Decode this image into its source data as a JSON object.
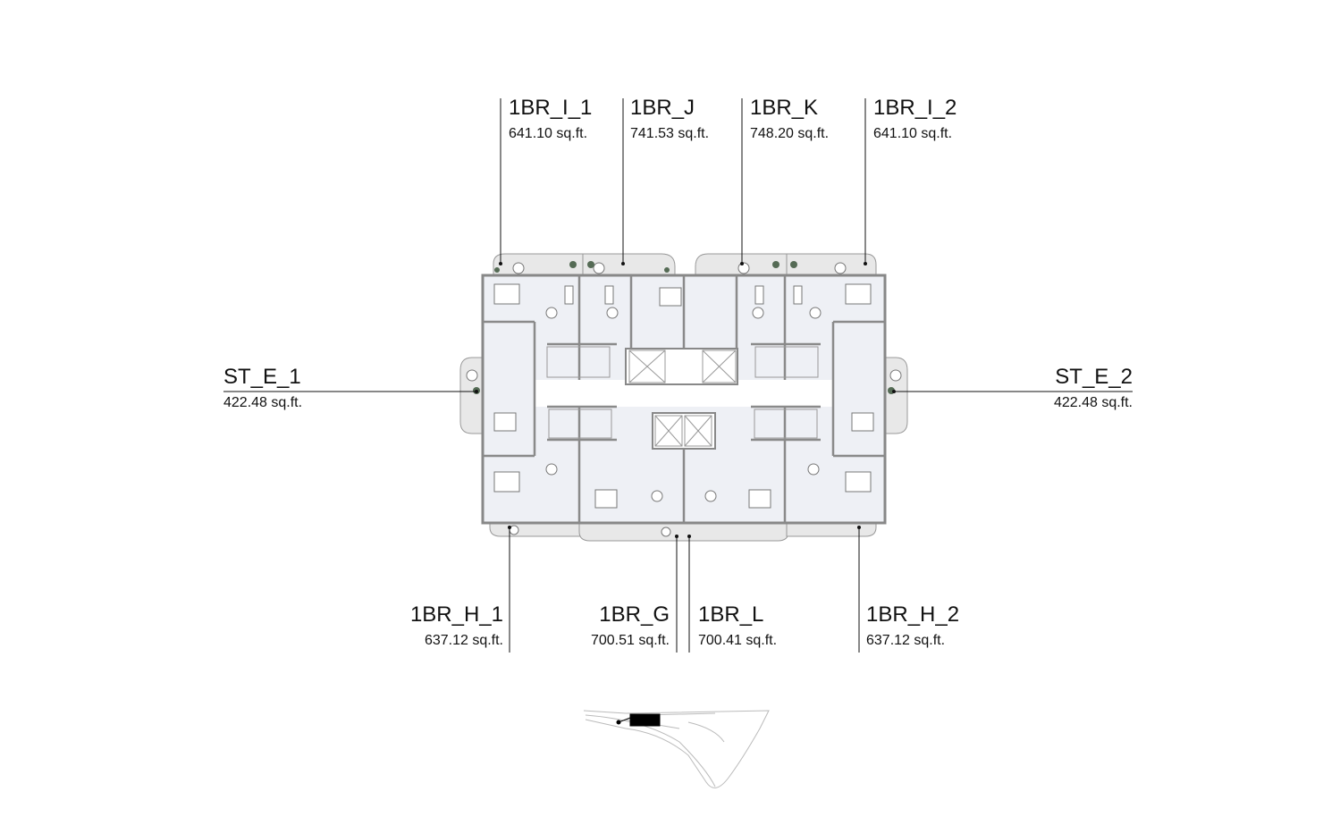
{
  "plan": {
    "units": [
      {
        "id": "1BR_I_1",
        "name": "1BR_I_1",
        "area": "641.10 sq.ft."
      },
      {
        "id": "1BR_J",
        "name": "1BR_J",
        "area": "741.53 sq.ft."
      },
      {
        "id": "1BR_K",
        "name": "1BR_K",
        "area": "748.20 sq.ft."
      },
      {
        "id": "1BR_I_2",
        "name": "1BR_I_2",
        "area": "641.10 sq.ft."
      },
      {
        "id": "ST_E_1",
        "name": "ST_E_1",
        "area": "422.48 sq.ft."
      },
      {
        "id": "ST_E_2",
        "name": "ST_E_2",
        "area": "422.48 sq.ft."
      },
      {
        "id": "1BR_H_1",
        "name": "1BR_H_1",
        "area": "637.12 sq.ft."
      },
      {
        "id": "1BR_G",
        "name": "1BR_G",
        "area": "700.51 sq.ft."
      },
      {
        "id": "1BR_L",
        "name": "1BR_L",
        "area": "700.41 sq.ft."
      },
      {
        "id": "1BR_H_2",
        "name": "1BR_H_2",
        "area": "637.12 sq.ft."
      }
    ]
  },
  "colors": {
    "wall": "#8a8a8a",
    "floor": "#eef0f5",
    "balcony": "#e6e6e6",
    "line": "#111111"
  }
}
